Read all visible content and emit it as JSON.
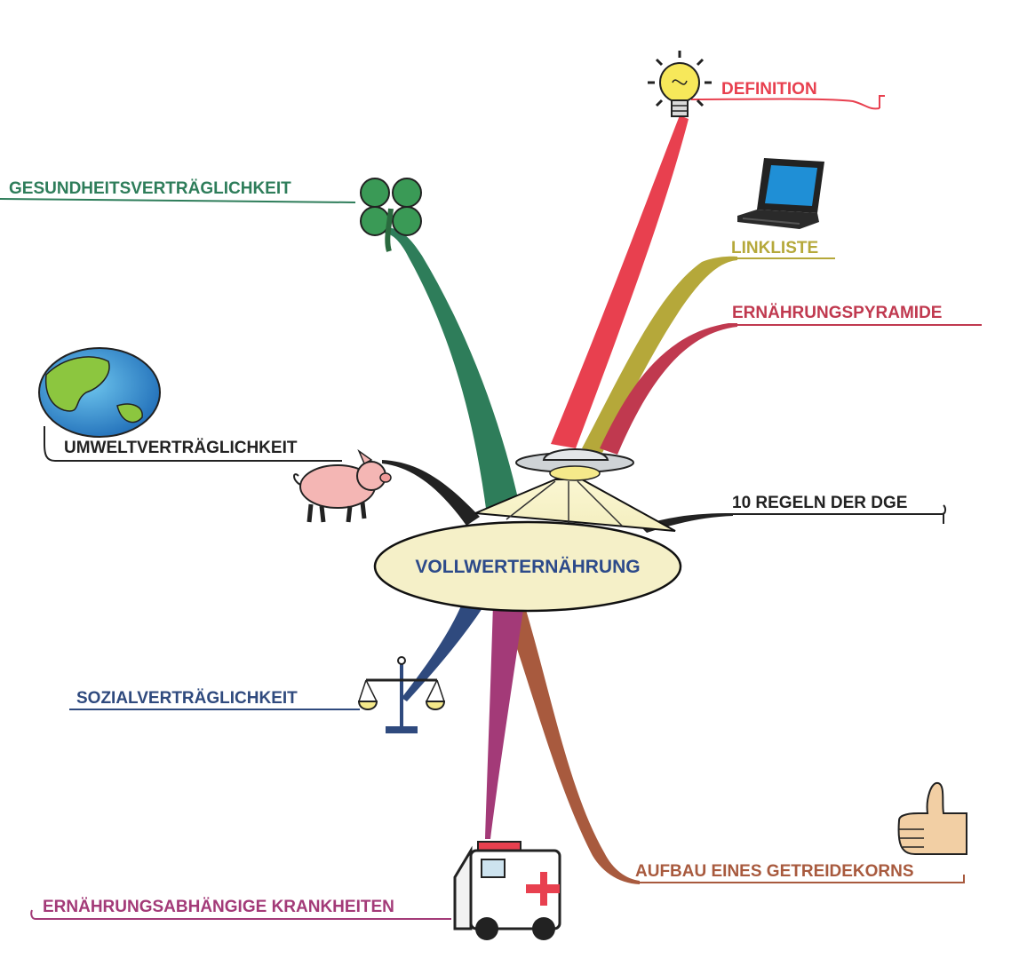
{
  "center": {
    "label": "VOLLWERTERNÄHRUNG",
    "fill": "#f5f0c8",
    "text_color": "#2c4a8a"
  },
  "branches": [
    {
      "id": "definition",
      "label": "DEFINITION",
      "color": "#e8404f",
      "icon": "lightbulb-icon"
    },
    {
      "id": "linkliste",
      "label": "LINKLISTE",
      "color": "#b5a83a",
      "icon": "laptop-icon"
    },
    {
      "id": "ernaehrungspyramide",
      "label": "ERNÄHRUNGSPYRAMIDE",
      "color": "#c0394f",
      "icon": ""
    },
    {
      "id": "regeln",
      "label": "10 REGELN DER DGE",
      "color": "#222222",
      "icon": ""
    },
    {
      "id": "getreidekorn",
      "label": "AUFBAU EINES GETREIDEKORNS",
      "color": "#a85a3e",
      "icon": "thumbs-up-icon"
    },
    {
      "id": "krankheiten",
      "label": "ERNÄHRUNGSABHÄNGIGE KRANKHEITEN",
      "color": "#a33a78",
      "icon": "ambulance-icon"
    },
    {
      "id": "sozial",
      "label": "SOZIALVERTRÄGLICHKEIT",
      "color": "#2f4a7e",
      "icon": "scales-icon"
    },
    {
      "id": "umwelt",
      "label": "UMWELTVERTRÄGLICHKEIT",
      "color": "#222222",
      "icon": "globe-icon"
    },
    {
      "id": "gesundheit",
      "label": "GESUNDHEITSVERTRÄGLICHKEIT",
      "color": "#2e7d5a",
      "icon": "clover-icon"
    }
  ]
}
